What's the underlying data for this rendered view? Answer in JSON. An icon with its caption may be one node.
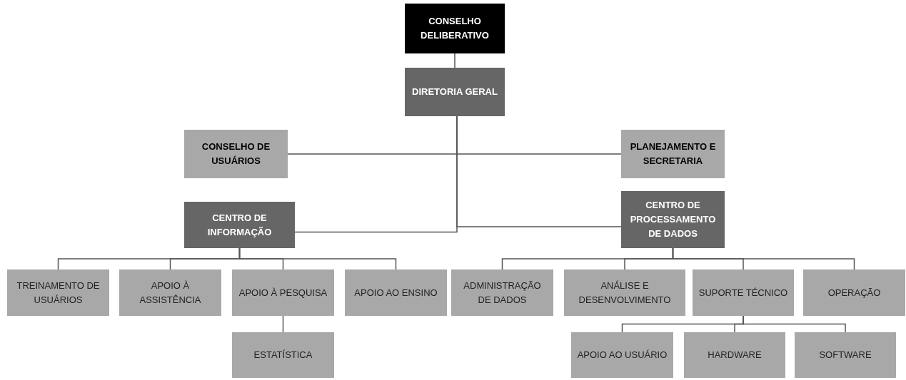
{
  "diagram": {
    "nodes": [
      {
        "text": [
          "CONSELHO DELIBERATIVO"
        ]
      },
      {
        "text": [
          "DIRETORIA GERAL"
        ]
      },
      {
        "text": [
          "CONSELHO DE USUÁRIOS"
        ]
      },
      {
        "text": [
          "PLANEJAMENTO E SECRETARIA"
        ]
      },
      {
        "text": [
          "CENTRO DE INFORMAÇÃO"
        ]
      },
      {
        "text": [
          "CENTRO DE PROCESSAMENTO DE DADOS"
        ]
      },
      {
        "text": [
          "TREINAMENTO DE USUÁRIOS"
        ]
      },
      {
        "text": [
          "APOIO À ASSISTÊNCIA"
        ]
      },
      {
        "text": [
          "APOIO À PESQUISA"
        ]
      },
      {
        "text": [
          "APOIO AO ENSINO"
        ]
      },
      {
        "text": [
          "ESTATÍSTICA"
        ]
      },
      {
        "text": [
          "ADMINISTRAÇÃO DE DADOS"
        ]
      },
      {
        "text": [
          "ANÁLISE E DESENVOLVIMENTO"
        ]
      },
      {
        "text": [
          "SUPORTE TÉCNICO"
        ]
      },
      {
        "text": [
          "OPERAÇÃO"
        ]
      },
      {
        "text": [
          "APOIO AO USUÁRIO"
        ]
      },
      {
        "text": [
          "HARDWARE"
        ]
      },
      {
        "text": [
          "SOFTWARE"
        ]
      }
    ],
    "edges": [
      {
        "from": 0,
        "to": 1,
        "arrow": "none"
      },
      {
        "from": 1,
        "to": 2,
        "arrow": "none"
      },
      {
        "from": 1,
        "to": 3,
        "arrow": "none"
      },
      {
        "from": 1,
        "to": 4,
        "arrow": "none"
      },
      {
        "from": 1,
        "to": 5,
        "arrow": "none"
      },
      {
        "from": 4,
        "to": 6,
        "arrow": "none"
      },
      {
        "from": 4,
        "to": 7,
        "arrow": "none"
      },
      {
        "from": 4,
        "to": 8,
        "arrow": "none"
      },
      {
        "from": 4,
        "to": 9,
        "arrow": "none"
      },
      {
        "from": 8,
        "to": 10,
        "arrow": "none"
      },
      {
        "from": 5,
        "to": 11,
        "arrow": "none"
      },
      {
        "from": 5,
        "to": 12,
        "arrow": "none"
      },
      {
        "from": 5,
        "to": 13,
        "arrow": "none"
      },
      {
        "from": 5,
        "to": 14,
        "arrow": "none"
      },
      {
        "from": 13,
        "to": 15,
        "arrow": "none"
      },
      {
        "from": 13,
        "to": 16,
        "arrow": "none"
      },
      {
        "from": 13,
        "to": 17,
        "arrow": "none"
      }
    ]
  }
}
